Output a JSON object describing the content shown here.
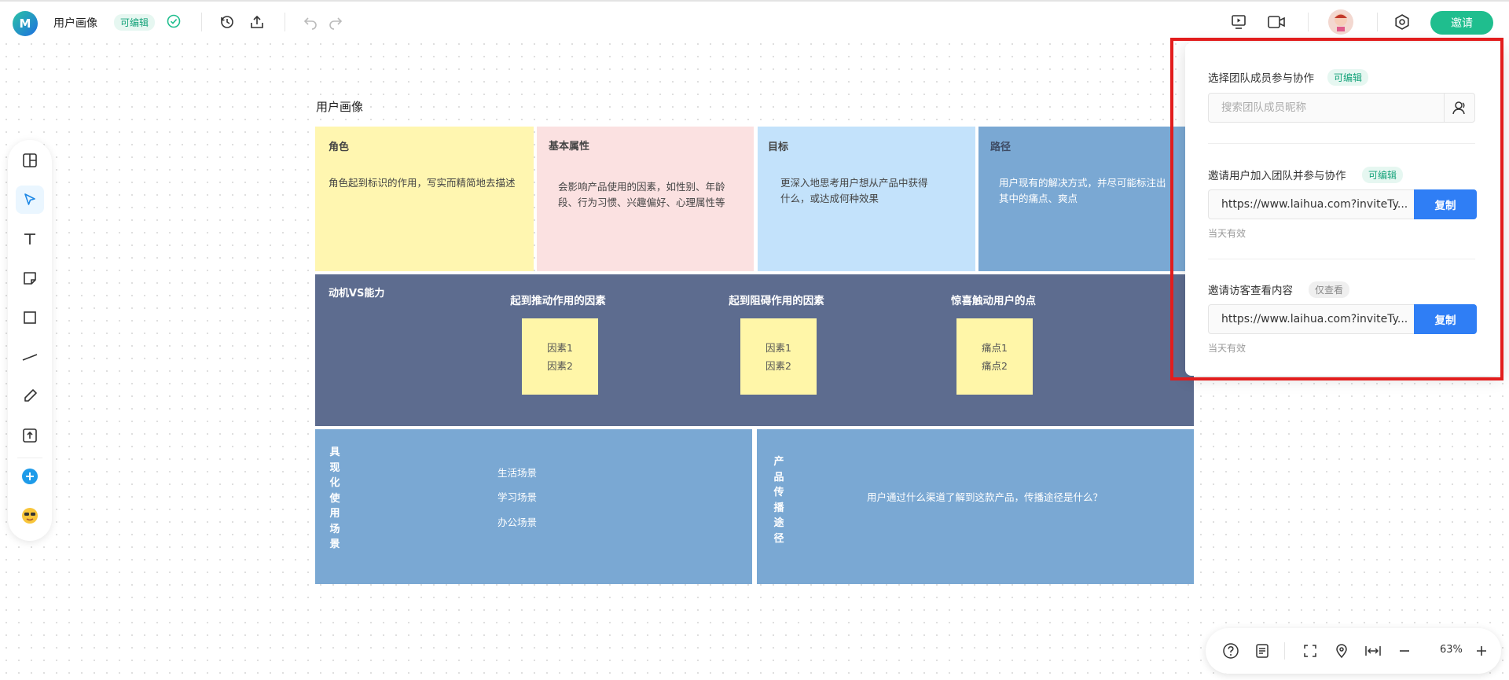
{
  "header": {
    "logo_text": "M",
    "doc_title": "用户画像",
    "edit_badge": "可编辑",
    "invite_label": "邀请"
  },
  "board": {
    "title": "用户画像",
    "cells": {
      "role": {
        "title": "角色",
        "desc": "角色起到标识的作用，写实而精简地去描述"
      },
      "attributes": {
        "title": "基本属性",
        "desc": "会影响产品使用的因素，如性别、年龄段、行为习惯、兴趣偏好、心理属性等"
      },
      "goal": {
        "title": "目标",
        "desc": "更深入地思考用户想从产品中获得什么，或达成何种效果"
      },
      "path": {
        "title": "路径",
        "desc": "用户现有的解决方式，并尽可能标注出其中的痛点、爽点"
      }
    },
    "motivation": {
      "title": "动机VS能力",
      "columns": [
        {
          "heading": "起到推动作用的因素",
          "notes": [
            "因素1",
            "因素2"
          ]
        },
        {
          "heading": "起到阻碍作用的因素",
          "notes": [
            "因素1",
            "因素2"
          ]
        },
        {
          "heading": "惊喜触动用户的点",
          "notes": [
            "痛点1",
            "痛点2"
          ]
        }
      ]
    },
    "scenarios": {
      "title": "具现化使用场景",
      "items": [
        "生活场景",
        "学习场景",
        "办公场景"
      ]
    },
    "channels": {
      "title": "产品传播途径",
      "desc": "用户通过什么渠道了解到这款产品，传播途径是什么？"
    }
  },
  "panel": {
    "section1": {
      "label": "选择团队成员参与协作",
      "badge": "可编辑",
      "search_placeholder": "搜索团队成员昵称"
    },
    "section2": {
      "label": "邀请用户加入团队并参与协作",
      "badge": "可编辑",
      "link": "https://www.laihua.com?inviteTy...",
      "copy_label": "复制",
      "validity": "当天有效"
    },
    "section3": {
      "label": "邀请访客查看内容",
      "badge": "仅查看",
      "link": "https://www.laihua.com?inviteTy...",
      "copy_label": "复制",
      "validity": "当天有效"
    }
  },
  "footer": {
    "zoom_level": "63%"
  },
  "colors": {
    "accent_green": "#1fbe8e",
    "accent_blue": "#2f7ef5",
    "highlight_red": "#e21d1d",
    "cell_yellow": "#fff6b0",
    "cell_pink": "#fbe1e1",
    "cell_lightblue": "#c3e2fb",
    "cell_midblue": "#7aa8d3",
    "cell_navy": "#5d6c8f"
  }
}
